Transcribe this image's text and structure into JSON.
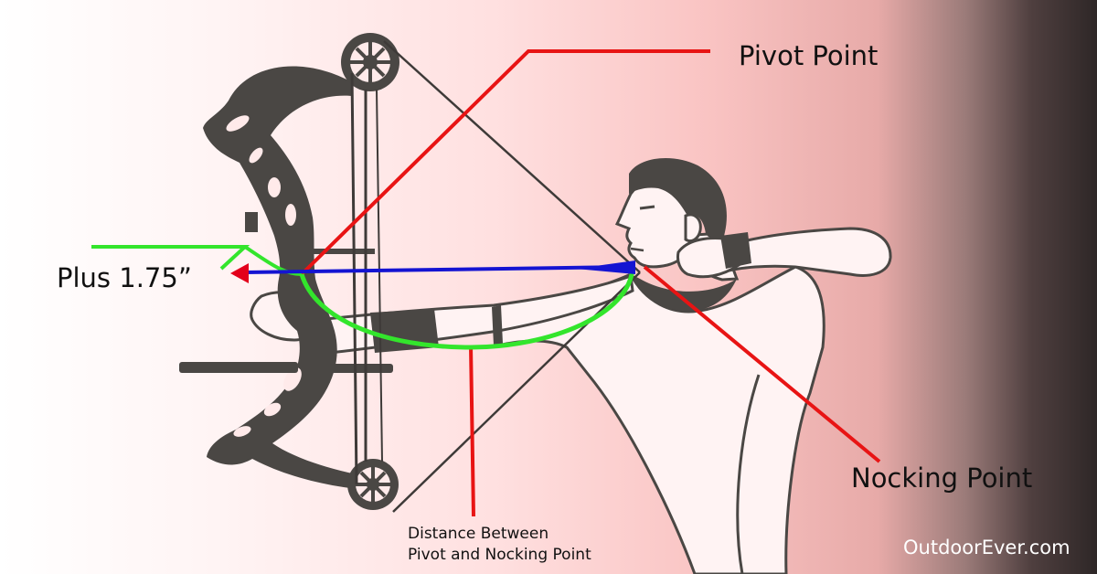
{
  "labels": {
    "pivot_point": "Pivot Point",
    "nocking_point": "Nocking Point",
    "plus_measure": "Plus 1.75”",
    "distance_line1": "Distance Between",
    "distance_line2": "Pivot and Nocking Point"
  },
  "brand": {
    "name": "OutdoorEver.com"
  },
  "colors": {
    "silhouette": "#4a4744",
    "pivot_leader": "#e81414",
    "arrow": "#1414d2",
    "arrow_head": "#e3001b",
    "measure_curve": "#33e52c",
    "string": "#3e3a38"
  },
  "icons": {
    "bow": "compound-bow-icon",
    "archer": "archer-silhouette-icon"
  }
}
